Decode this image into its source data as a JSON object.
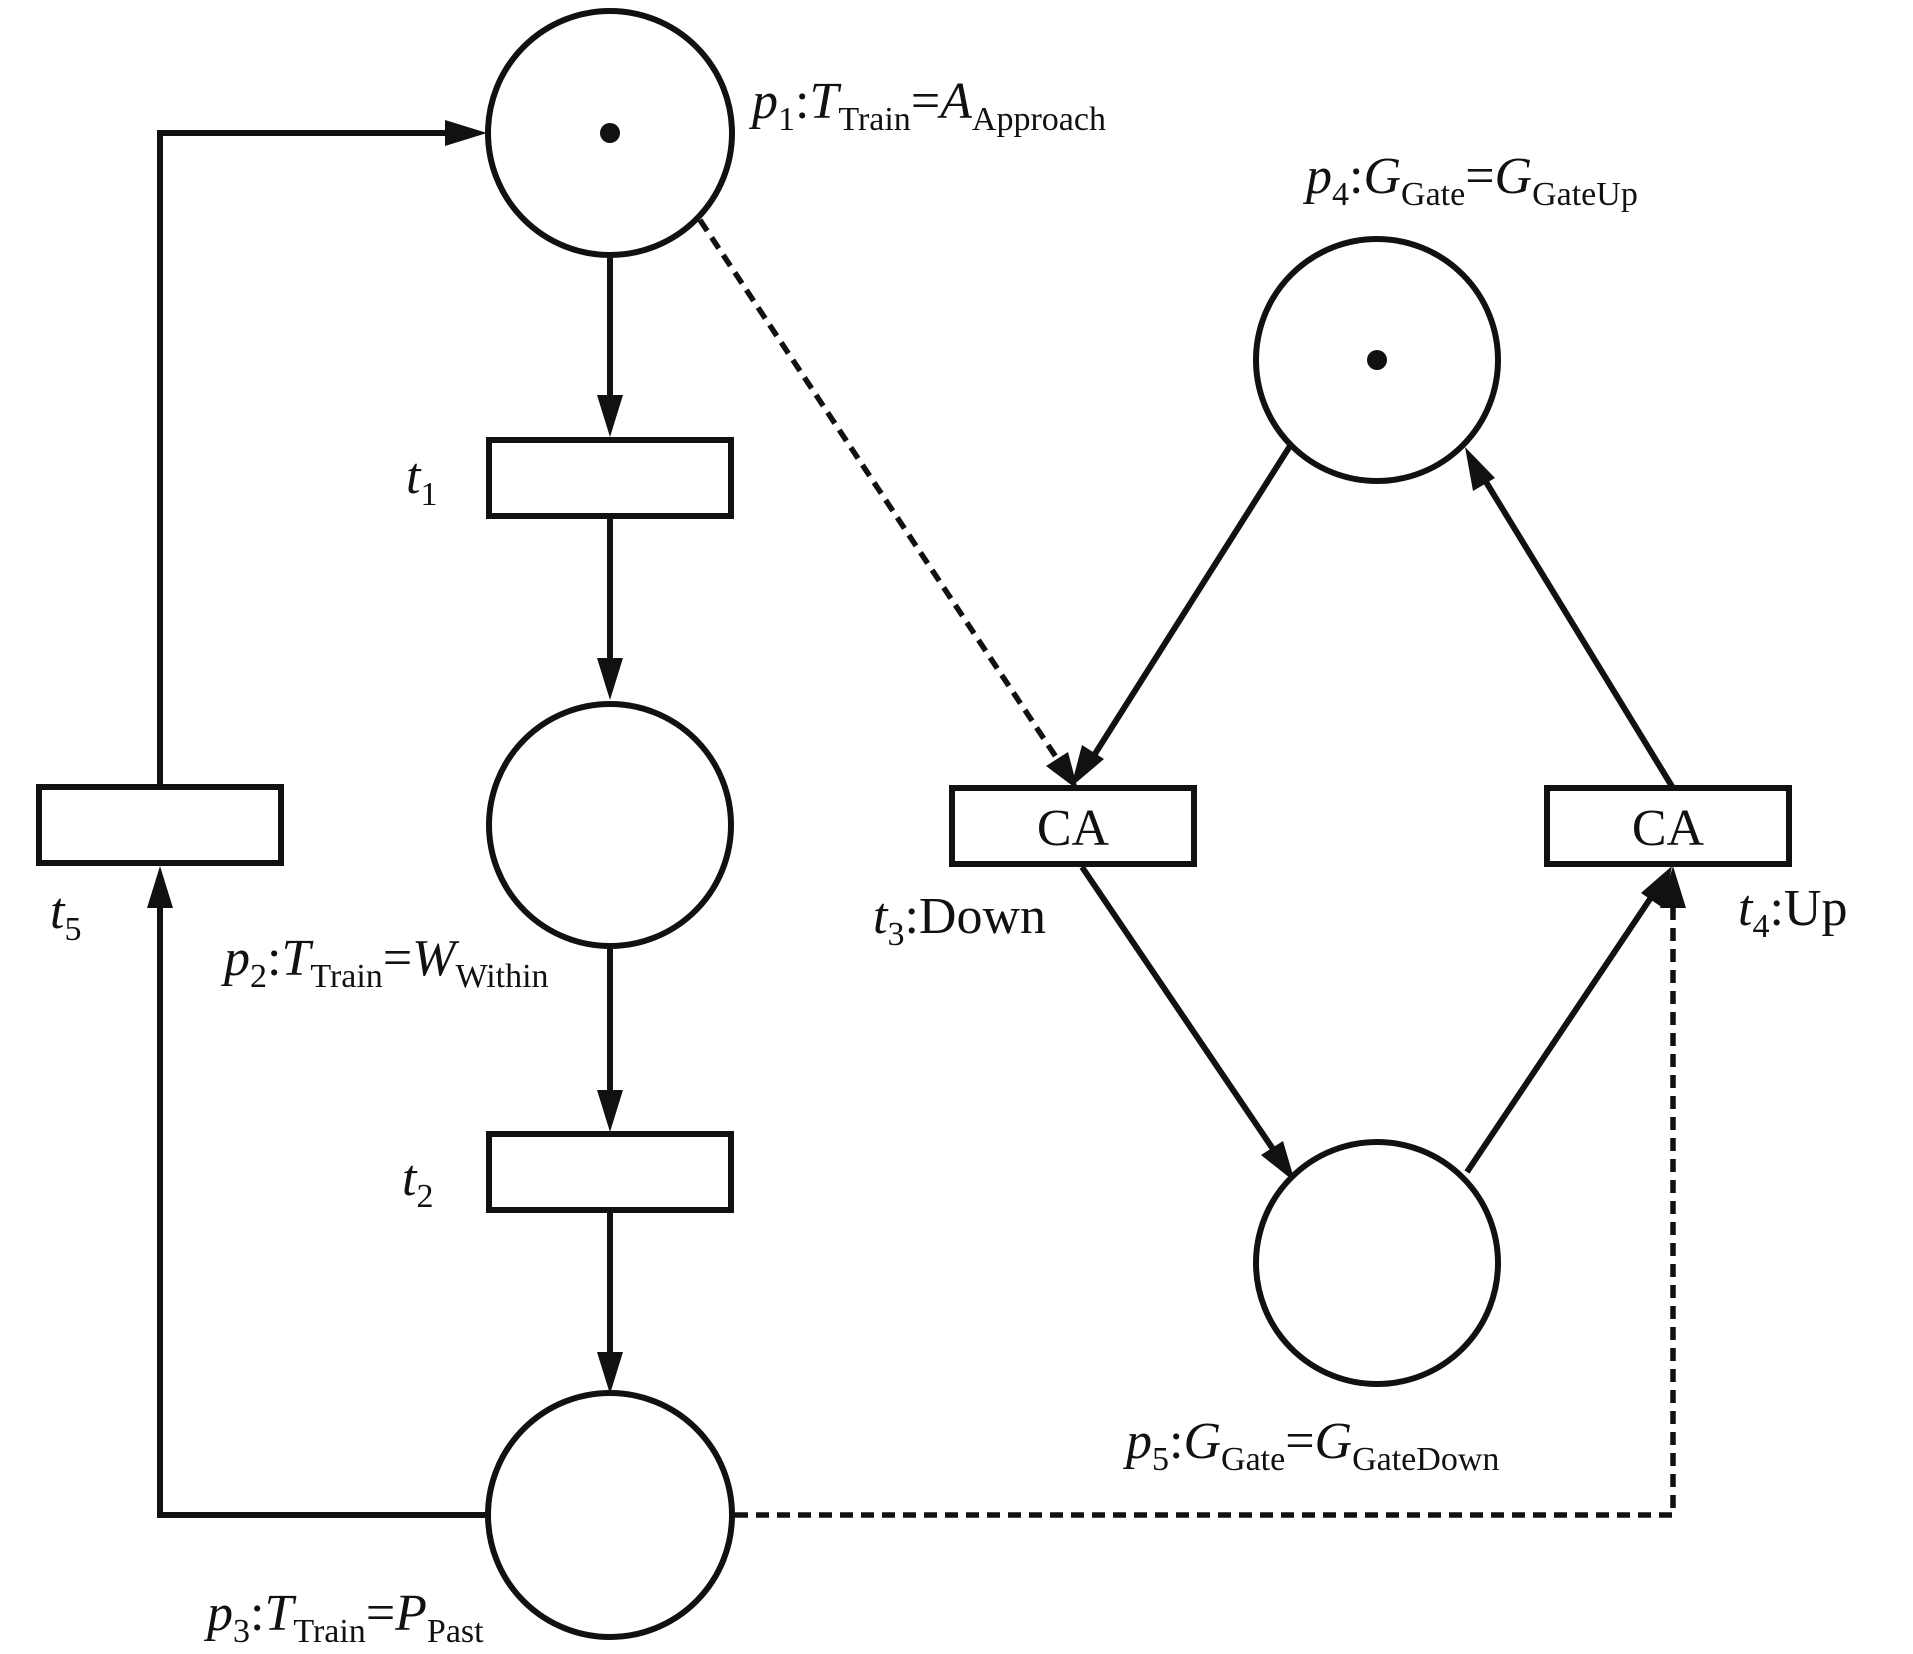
{
  "places": {
    "p1": {
      "id": "p",
      "id_sub": "1",
      "var": "T",
      "var_sub": "Train",
      "val": "A",
      "val_sub": "Approach",
      "tokens": 1
    },
    "p2": {
      "id": "p",
      "id_sub": "2",
      "var": "T",
      "var_sub": "Train",
      "val": "W",
      "val_sub": "Within",
      "tokens": 0
    },
    "p3": {
      "id": "p",
      "id_sub": "3",
      "var": "T",
      "var_sub": "Train",
      "val": "P",
      "val_sub": "Past",
      "tokens": 0
    },
    "p4": {
      "id": "p",
      "id_sub": "4",
      "var": "G",
      "var_sub": "Gate",
      "val": "G",
      "val_sub": "GateUp",
      "tokens": 1
    },
    "p5": {
      "id": "p",
      "id_sub": "5",
      "var": "G",
      "var_sub": "Gate",
      "val": "G",
      "val_sub": "GateDown",
      "tokens": 0
    }
  },
  "transitions": {
    "t1": {
      "id": "t",
      "id_sub": "1"
    },
    "t2": {
      "id": "t",
      "id_sub": "2"
    },
    "t3": {
      "id": "t",
      "id_sub": "3",
      "name": ":Down",
      "box_text": "CA"
    },
    "t4": {
      "id": "t",
      "id_sub": "4",
      "name": ":Up",
      "box_text": "CA"
    },
    "t5": {
      "id": "t",
      "id_sub": "5"
    }
  },
  "symbols": {
    "colon": ":",
    "equals": "="
  },
  "colors": {
    "stroke": "#111111",
    "background": "#ffffff"
  }
}
